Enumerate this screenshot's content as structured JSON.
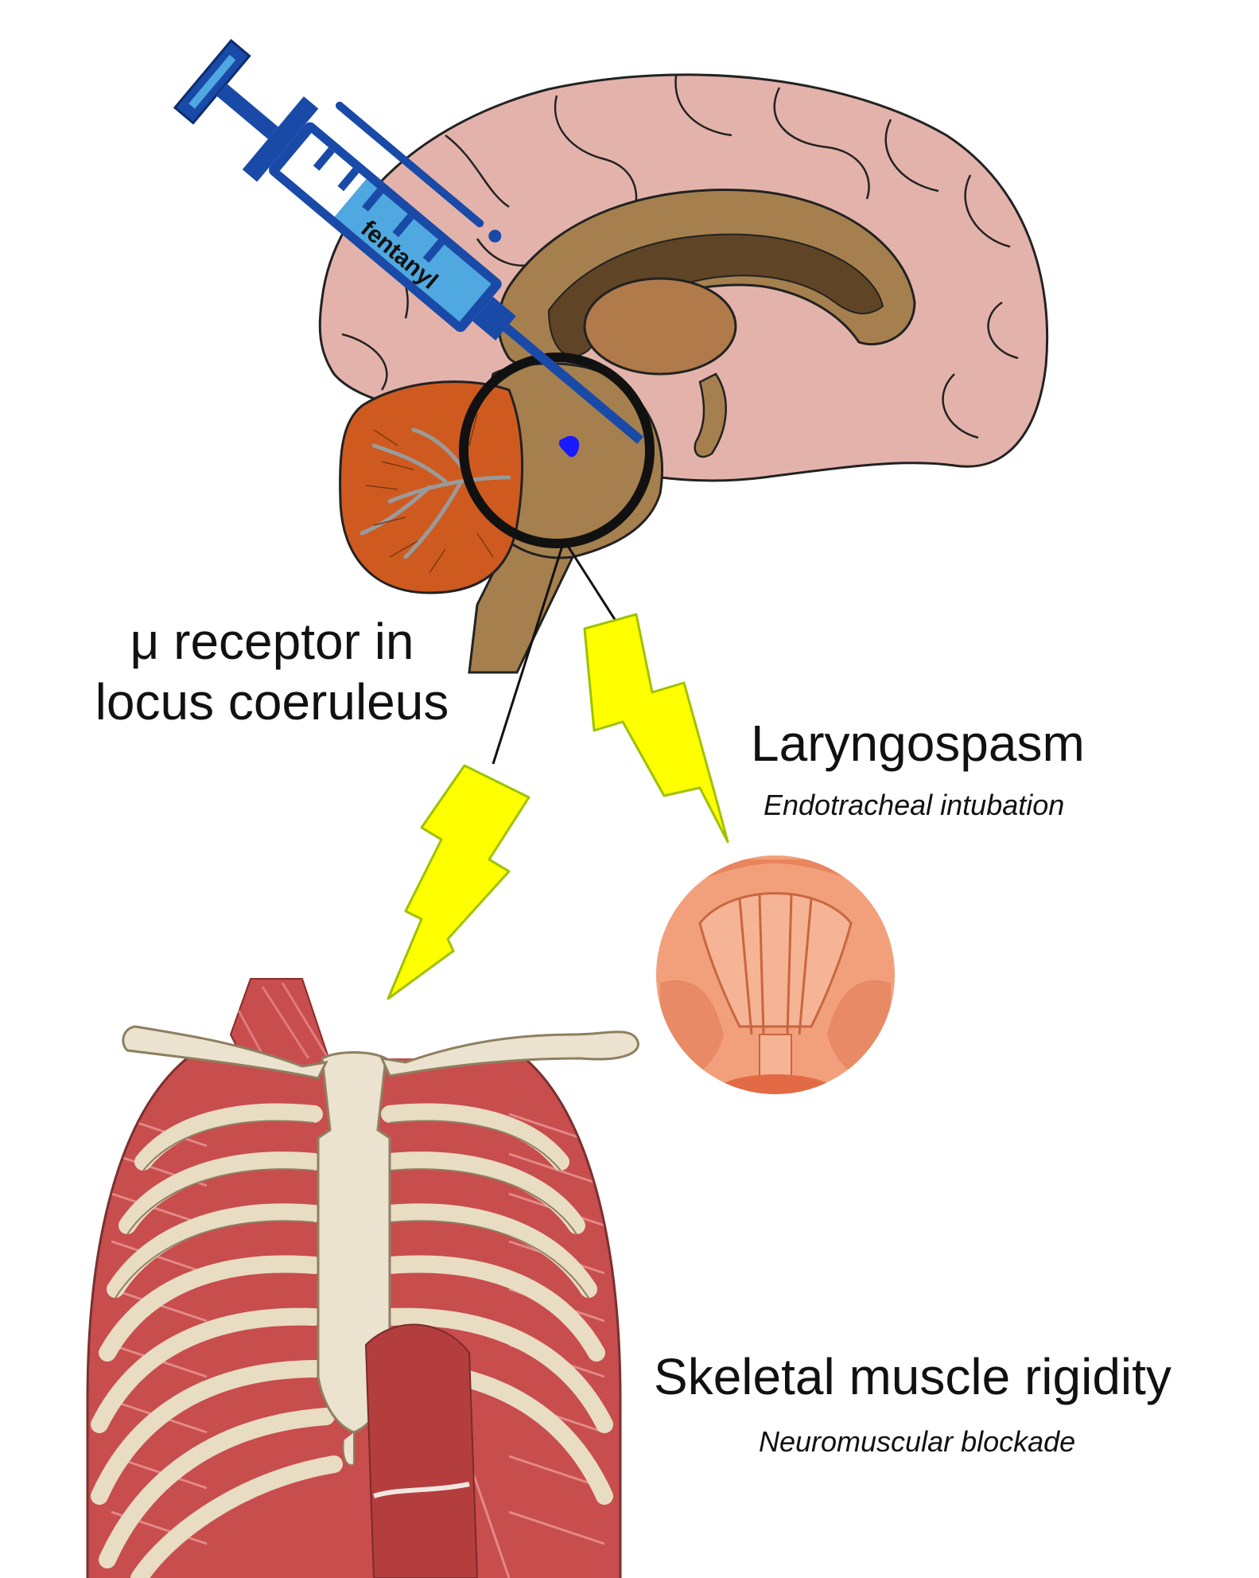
{
  "labels": {
    "drug": "fentanyl",
    "receptor_line1": "μ receptor in",
    "receptor_line2": "locus coeruleus",
    "effect1_title": "Laryngospasm",
    "effect1_subtitle": "Endotracheal intubation",
    "effect2_title": "Skeletal muscle rigidity",
    "effect2_subtitle": "Neuromuscular blockade"
  },
  "icons": {
    "syringe": "syringe-icon",
    "brain": "brain-sagittal-icon",
    "larynx": "larynx-icon",
    "ribcage": "ribcage-muscles-icon",
    "bolt": "lightning-bolt-icon"
  },
  "colors": {
    "syringe_outline": "#1a4aa8",
    "syringe_fill": "#4fa8e0",
    "brain_cortex": "#e3b3ab",
    "brain_inner": "#a5804e",
    "brain_dark": "#5f4426",
    "cerebellum": "#cf5a1f",
    "highlight_dot": "#1a1aff",
    "bolt": "#ffff00",
    "muscle": "#c84d4d",
    "bone": "#e8dcc3",
    "larynx": "#f29a72"
  }
}
